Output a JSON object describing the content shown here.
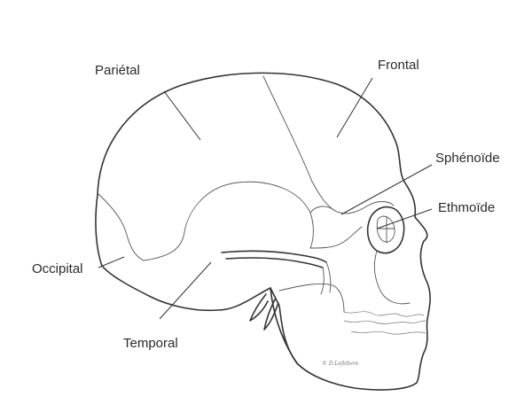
{
  "diagram": {
    "labels": {
      "parietal": "Pariétal",
      "frontal": "Frontal",
      "sphenoide": "Sphénoïde",
      "ethmoide": "Ethmoïde",
      "occipital": "Occipital",
      "temporal": "Temporal"
    },
    "signature": "© D.Lefebvre",
    "colors": {
      "background": "#ffffff",
      "outline": "#333333",
      "label_text": "#2a2a2a"
    }
  }
}
